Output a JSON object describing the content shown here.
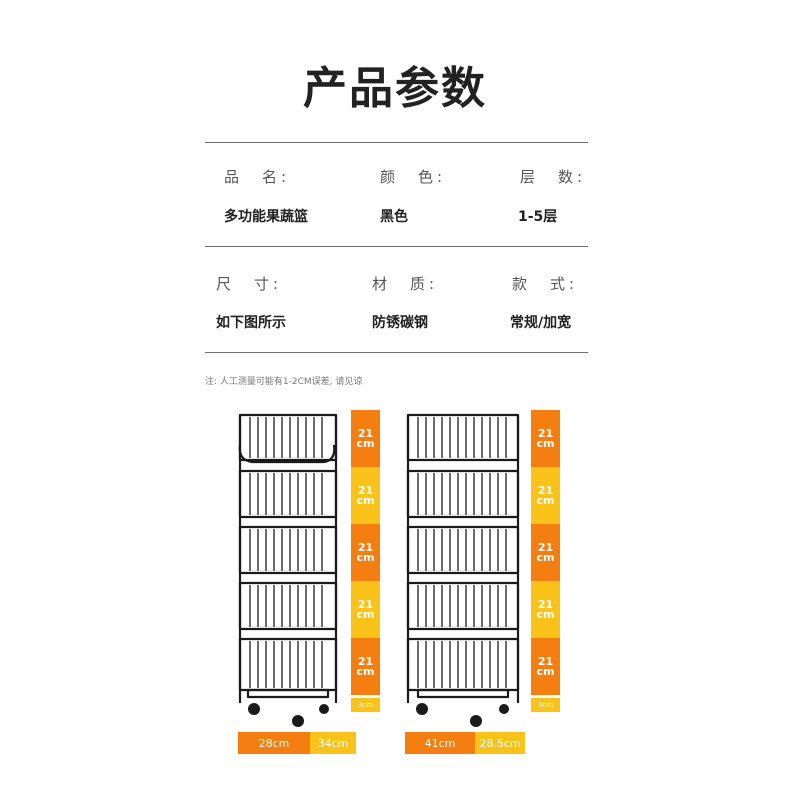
{
  "title": "产品参数",
  "params": {
    "row1": [
      {
        "label": "品　名:",
        "value": "多功能果蔬篮"
      },
      {
        "label": "颜　色:",
        "value": "黑色"
      },
      {
        "label": "层　数:",
        "value": "1-5层"
      }
    ],
    "row2": [
      {
        "label": "尺　寸:",
        "value": "如下图所示"
      },
      {
        "label": "材　质:",
        "value": "防锈碳钢"
      },
      {
        "label": "款　式:",
        "value": "常规/加宽"
      }
    ]
  },
  "note": "注: 人工测量可能有1-2CM误差, 请见谅",
  "left_rack": {
    "tiers": [
      {
        "num": "21",
        "unit": "cm",
        "color": "#f47e10"
      },
      {
        "num": "21",
        "unit": "cm",
        "color": "#fbc21a"
      },
      {
        "num": "21",
        "unit": "cm",
        "color": "#f47e10"
      },
      {
        "num": "21",
        "unit": "cm",
        "color": "#fbc21a"
      },
      {
        "num": "21",
        "unit": "cm",
        "color": "#f47e10"
      }
    ],
    "base": "3cm",
    "width": "28cm",
    "depth": "34cm"
  },
  "right_rack": {
    "tiers": [
      {
        "num": "21",
        "unit": "cm",
        "color": "#f47e10"
      },
      {
        "num": "21",
        "unit": "cm",
        "color": "#fbc21a"
      },
      {
        "num": "21",
        "unit": "cm",
        "color": "#f47e10"
      },
      {
        "num": "21",
        "unit": "cm",
        "color": "#fbc21a"
      },
      {
        "num": "21",
        "unit": "cm",
        "color": "#f47e10"
      }
    ],
    "base": "3cm",
    "width": "41cm",
    "depth": "28.5cm"
  },
  "colors": {
    "orange": "#f47e10",
    "yellow": "#fbc21a",
    "rack": "#1a1a1a"
  }
}
